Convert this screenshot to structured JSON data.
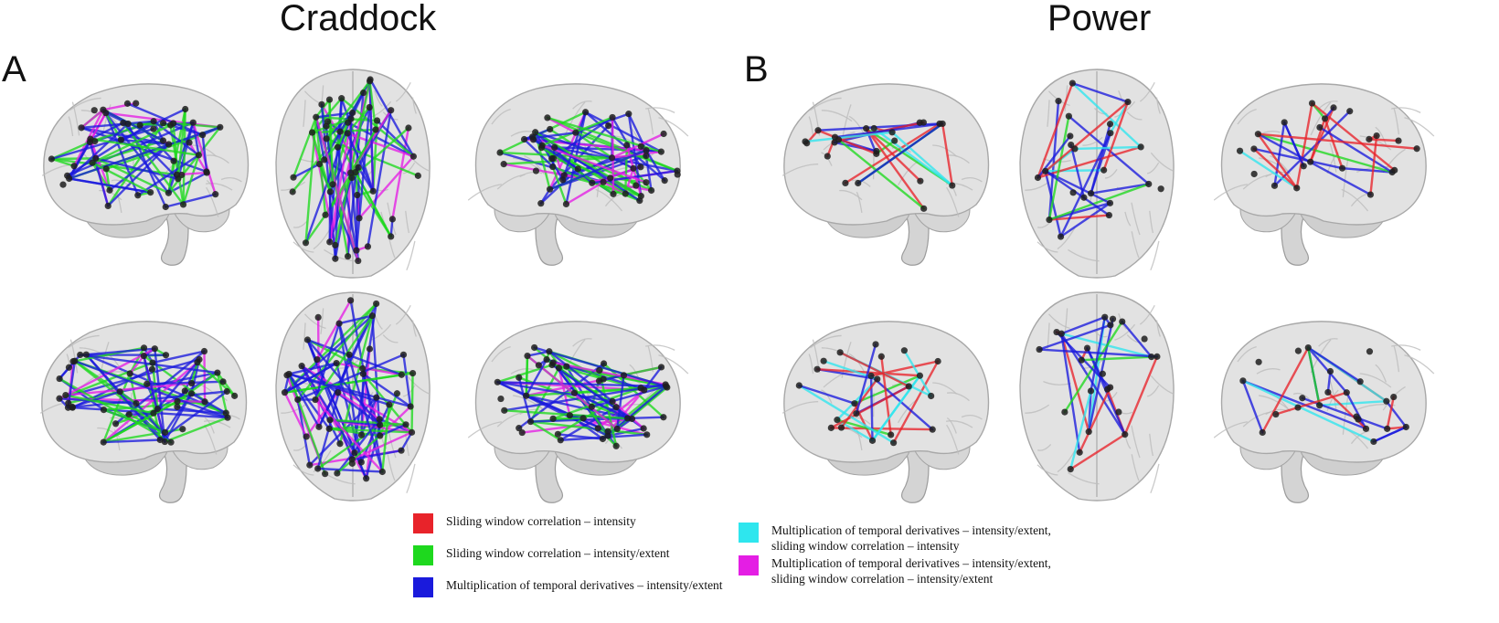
{
  "panels": [
    {
      "key": "A",
      "title": "Craddock",
      "letter": "A",
      "density": "dense"
    },
    {
      "key": "B",
      "title": "Power",
      "letter": "B",
      "density": "sparse"
    }
  ],
  "colors": {
    "sliding_intensity": "#e8232a",
    "sliding_intensity_extent": "#1ed81e",
    "mtd_intensity_extent": "#1a1adc",
    "mtd_and_sliding_intensity": "#2ee6ee",
    "mtd_and_sliding_intensity_extent": "#e41ee4",
    "node": "#1e1e1e"
  },
  "legend": {
    "items": [
      {
        "id": "red",
        "color": "#e8232a",
        "lines": [
          "Sliding window correlation – intensity"
        ]
      },
      {
        "id": "green",
        "color": "#1ed81e",
        "lines": [
          "Sliding window correlation – intensity/extent"
        ]
      },
      {
        "id": "blue",
        "color": "#1a1adc",
        "lines": [
          "Multiplication of temporal derivatives – intensity/extent"
        ]
      },
      {
        "id": "cyan",
        "color": "#2ee6ee",
        "lines": [
          "Multiplication of temporal derivatives – intensity/extent,",
          "sliding window correlation – intensity"
        ]
      },
      {
        "id": "magenta",
        "color": "#e41ee4",
        "lines": [
          "Multiplication of temporal derivatives – intensity/extent,",
          "sliding window correlation – intensity/extent"
        ]
      }
    ]
  }
}
